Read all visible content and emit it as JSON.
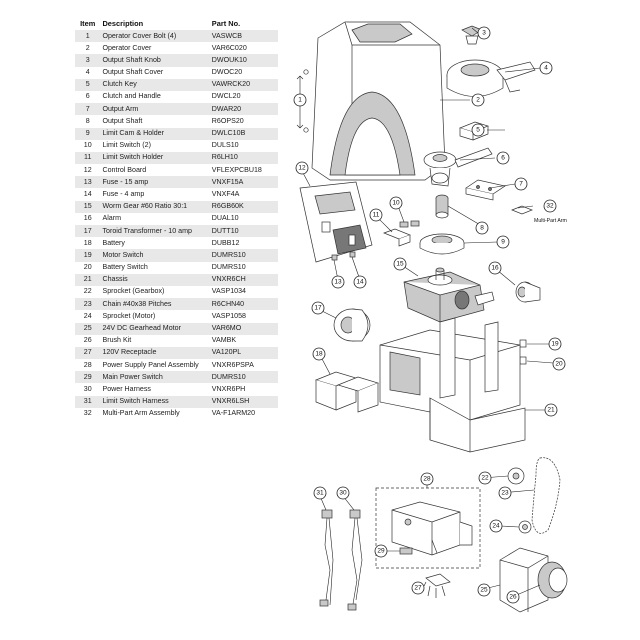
{
  "table": {
    "headers": {
      "item": "Item",
      "description": "Description",
      "part_no": "Part No."
    },
    "rows": [
      {
        "item": "1",
        "description": "Operator Cover Bolt (4)",
        "part_no": "VASWCB"
      },
      {
        "item": "2",
        "description": "Operator Cover",
        "part_no": "VAR6C020"
      },
      {
        "item": "3",
        "description": "Output Shaft Knob",
        "part_no": "DWOUK10"
      },
      {
        "item": "4",
        "description": "Output Shaft Cover",
        "part_no": "DWOC20"
      },
      {
        "item": "5",
        "description": "Clutch Key",
        "part_no": "VAWRCK20"
      },
      {
        "item": "6",
        "description": "Clutch and Handle",
        "part_no": "DWCL20"
      },
      {
        "item": "7",
        "description": "Output Arm",
        "part_no": "DWAR20"
      },
      {
        "item": "8",
        "description": "Output Shaft",
        "part_no": "R6OPS20"
      },
      {
        "item": "9",
        "description": "Limit Cam & Holder",
        "part_no": "DWLC10B"
      },
      {
        "item": "10",
        "description": "Limit Switch (2)",
        "part_no": "DULS10"
      },
      {
        "item": "11",
        "description": "Limit Switch Holder",
        "part_no": "R6LH10"
      },
      {
        "item": "12",
        "description": "Control Board",
        "part_no": "VFLEXPCBU18"
      },
      {
        "item": "13",
        "description": "Fuse - 15 amp",
        "part_no": "VNXF15A"
      },
      {
        "item": "14",
        "description": "Fuse - 4 amp",
        "part_no": "VNXF4A"
      },
      {
        "item": "15",
        "description": "Worm Gear #60 Ratio 30:1",
        "part_no": "R6GB60K"
      },
      {
        "item": "16",
        "description": "Alarm",
        "part_no": "DUAL10"
      },
      {
        "item": "17",
        "description": "Toroid Transformer - 10 amp",
        "part_no": "DUTT10"
      },
      {
        "item": "18",
        "description": "Battery",
        "part_no": "DUBB12"
      },
      {
        "item": "19",
        "description": "Motor Switch",
        "part_no": "DUMRS10"
      },
      {
        "item": "20",
        "description": "Battery Switch",
        "part_no": "DUMRS10"
      },
      {
        "item": "21",
        "description": "Chassis",
        "part_no": "VNXR6CH"
      },
      {
        "item": "22",
        "description": "Sprocket (Gearbox)",
        "part_no": "VASP1034"
      },
      {
        "item": "23",
        "description": "Chain #40x38 Pitches",
        "part_no": "R6CHN40"
      },
      {
        "item": "24",
        "description": "Sprocket (Motor)",
        "part_no": "VASP1058"
      },
      {
        "item": "25",
        "description": "24V DC Gearhead Motor",
        "part_no": "VAR6MO"
      },
      {
        "item": "26",
        "description": "Brush Kit",
        "part_no": "VAMBK"
      },
      {
        "item": "27",
        "description": "120V Receptacle",
        "part_no": "VA120PL"
      },
      {
        "item": "28",
        "description": "Power Supply Panel Assembly",
        "part_no": "VNXR6PSPA"
      },
      {
        "item": "29",
        "description": "Main Power Switch",
        "part_no": "DUMRS10"
      },
      {
        "item": "30",
        "description": "Power Harness",
        "part_no": "VNXR6PH"
      },
      {
        "item": "31",
        "description": "Limit Switch Harness",
        "part_no": "VNXR6LSH"
      },
      {
        "item": "32",
        "description": "Multi-Part Arm Assembly",
        "part_no": "VA-F1ARM20"
      }
    ]
  },
  "diagram": {
    "multi_part_arm_label": "Multi-Part Arm",
    "callouts": [
      "1",
      "2",
      "3",
      "4",
      "5",
      "6",
      "7",
      "8",
      "9",
      "10",
      "11",
      "12",
      "13",
      "14",
      "15",
      "16",
      "17",
      "18",
      "19",
      "20",
      "21",
      "22",
      "23",
      "24",
      "25",
      "26",
      "27",
      "28",
      "29",
      "30",
      "31",
      "32"
    ]
  },
  "colors": {
    "row_shade": "#e8e8e8",
    "line": "#333333",
    "part_fill": "#ffffff",
    "metal": "#c9c9c9"
  }
}
